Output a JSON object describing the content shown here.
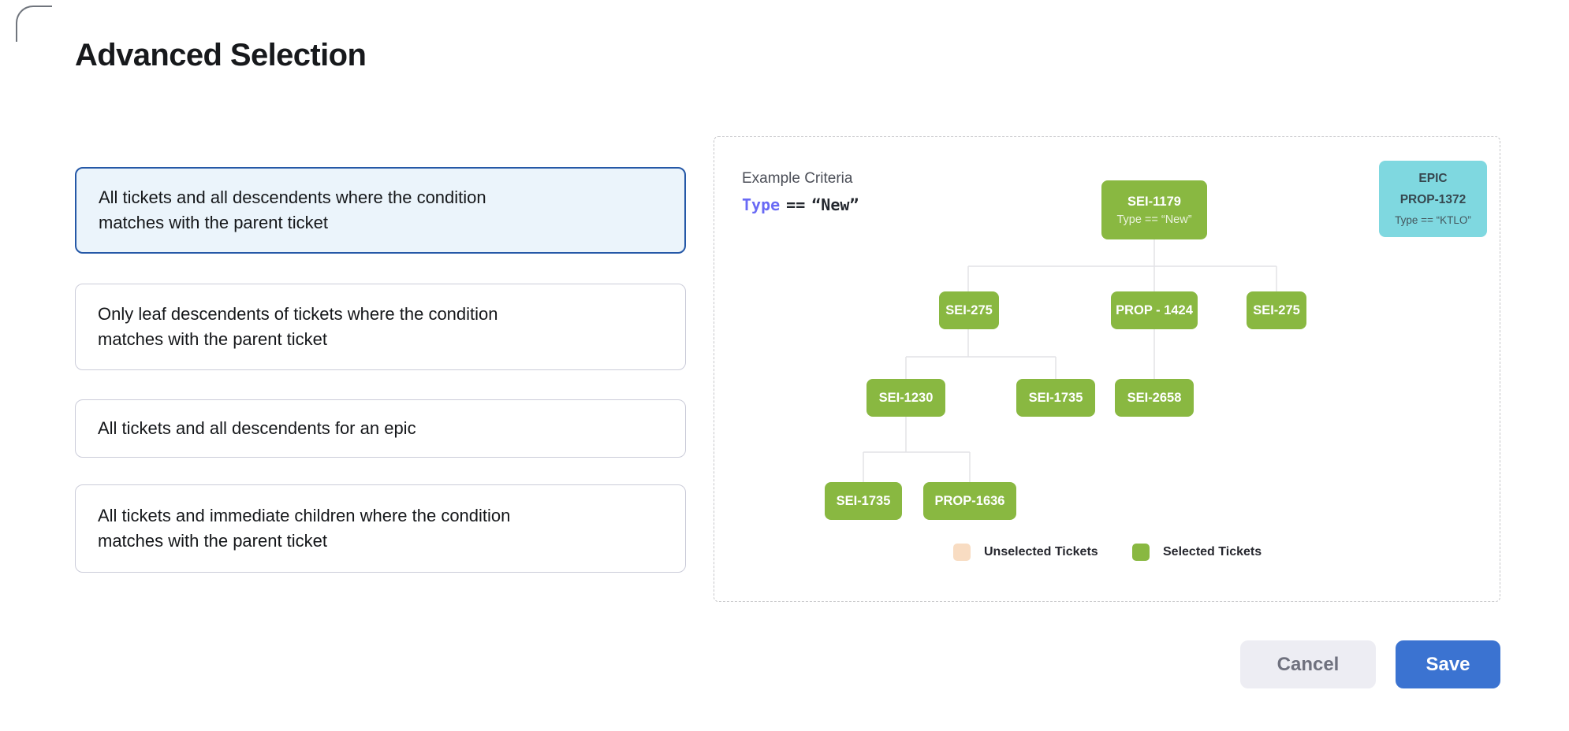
{
  "page": {
    "title": "Advanced Selection"
  },
  "options": [
    {
      "label": "All tickets and all descendents where the condition matches with the parent ticket",
      "selected": true
    },
    {
      "label": "Only leaf descendents of tickets where the condition matches with the parent ticket",
      "selected": false
    },
    {
      "label": "All tickets and all descendents for an epic",
      "selected": false
    },
    {
      "label": "All tickets and immediate children where the condition matches with the parent ticket",
      "selected": false
    }
  ],
  "example": {
    "heading": "Example Criteria",
    "criteria": {
      "field": "Type",
      "operator": "==",
      "value": "“New”"
    }
  },
  "epic_card": {
    "line1": "EPIC",
    "line2": "PROP-1372",
    "line3": "Type == “KTLO”"
  },
  "tree": {
    "root": {
      "id": "SEI-1179",
      "subtitle": "Type == “New”"
    },
    "level2": [
      "SEI-275",
      "PROP - 1424",
      "SEI-275"
    ],
    "level3": [
      "SEI-1230",
      "SEI-1735",
      "SEI-2658"
    ],
    "level4": [
      "SEI-1735",
      "PROP-1636"
    ]
  },
  "legend": [
    {
      "label": "Unselected Tickets",
      "color": "#F8DCC2"
    },
    {
      "label": "Selected Tickets",
      "color": "#89B841"
    }
  ],
  "actions": {
    "cancel": "Cancel",
    "save": "Save"
  },
  "colors": {
    "selected_node_green": "#89B841",
    "epic_cyan": "#7FD8E0",
    "unselected_peach": "#F8DCC2",
    "selected_card_border": "#2558A7",
    "selected_card_bg": "#EBF4FB",
    "save_blue": "#3B73D1",
    "criteria_field_purple": "#696AF5"
  }
}
